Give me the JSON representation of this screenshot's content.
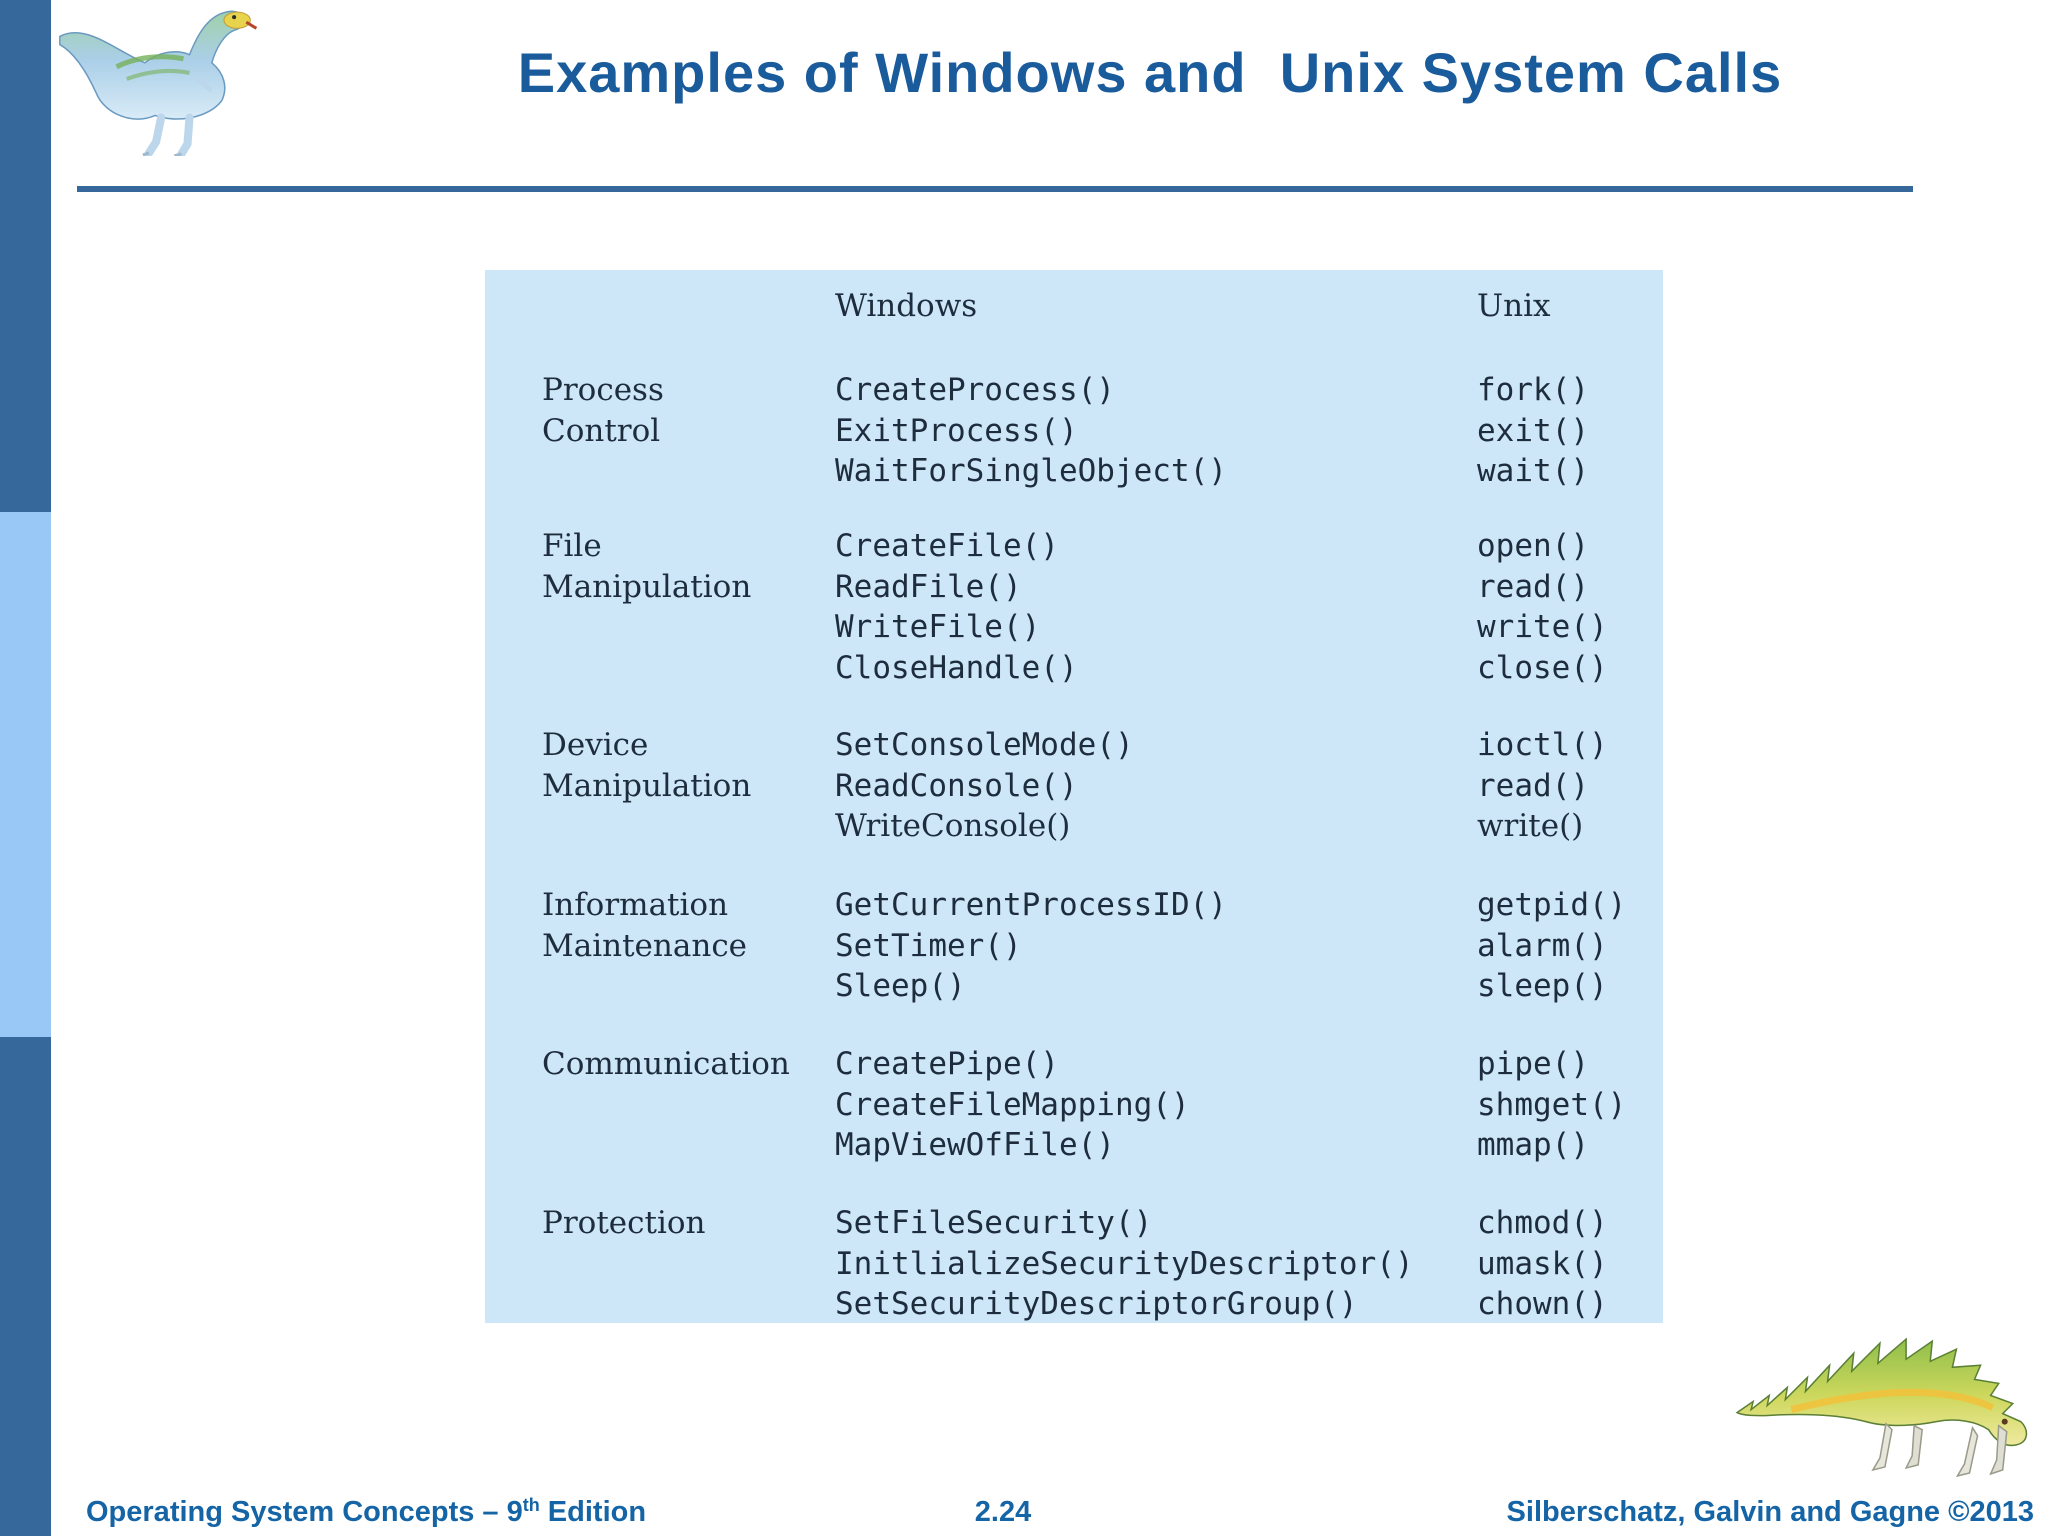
{
  "title": "Examples of Windows and  Unix System Calls",
  "table": {
    "col_headers": {
      "windows": "Windows",
      "unix": "Unix"
    },
    "groups": [
      {
        "category": [
          "Process",
          "Control"
        ],
        "windows": [
          "CreateProcess()",
          "ExitProcess()",
          "WaitForSingleObject()"
        ],
        "unix": [
          "fork()",
          "exit()",
          "wait()"
        ]
      },
      {
        "category": [
          "File",
          "Manipulation"
        ],
        "windows": [
          "CreateFile()",
          "ReadFile()",
          "WriteFile()",
          "CloseHandle()"
        ],
        "unix": [
          "open()",
          "read()",
          "write()",
          "close()"
        ]
      },
      {
        "category": [
          "Device",
          "Manipulation"
        ],
        "windows": [
          "SetConsoleMode()",
          "ReadConsole()",
          "WriteConsole()"
        ],
        "unix": [
          "ioctl()",
          "read()",
          "write()"
        ]
      },
      {
        "category": [
          "Information",
          "Maintenance"
        ],
        "windows": [
          "GetCurrentProcessID()",
          "SetTimer()",
          "Sleep()"
        ],
        "unix": [
          "getpid()",
          "alarm()",
          "sleep()"
        ]
      },
      {
        "category": [
          "Communication"
        ],
        "windows": [
          "CreatePipe()",
          "CreateFileMapping()",
          "MapViewOfFile()"
        ],
        "unix": [
          "pipe()",
          "shmget()",
          "mmap()"
        ]
      },
      {
        "category": [
          "Protection"
        ],
        "windows": [
          "SetFileSecurity()",
          "InitlializeSecurityDescriptor()",
          "SetSecurityDescriptorGroup()"
        ],
        "unix": [
          "chmod()",
          "umask()",
          "chown()"
        ]
      }
    ]
  },
  "footer": {
    "course": "Operating System Concepts – 9",
    "edition_sup": "th",
    "edition_rest": " Edition",
    "page": "2.24",
    "authors": "Silberschatz, Galvin and Gagne ©2013"
  },
  "icons": {
    "top_left": "dinosaur-logo",
    "bottom_right": "dinosaur-illustration"
  },
  "colors": {
    "sidebar_dark": "#36689B",
    "sidebar_light": "#99C8F7",
    "title_blue": "#1A5B9C",
    "footer_blue": "#1565A6",
    "table_background": "#CDE7F8",
    "table_text": "#1E2D3D",
    "rule_blue": "#36689B"
  }
}
